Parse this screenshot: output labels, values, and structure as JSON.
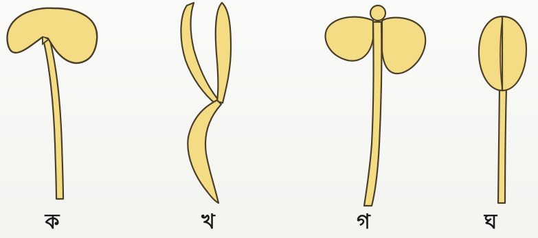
{
  "labels": {
    "a": "ক",
    "b": "খ",
    "c": "গ",
    "d": "ঘ"
  },
  "colors": {
    "fill": "#f4dc85",
    "fill_dark": "#e8c860",
    "outline": "#4a3f2a",
    "background": "#f6f6f3",
    "text": "#1b1b1b"
  }
}
